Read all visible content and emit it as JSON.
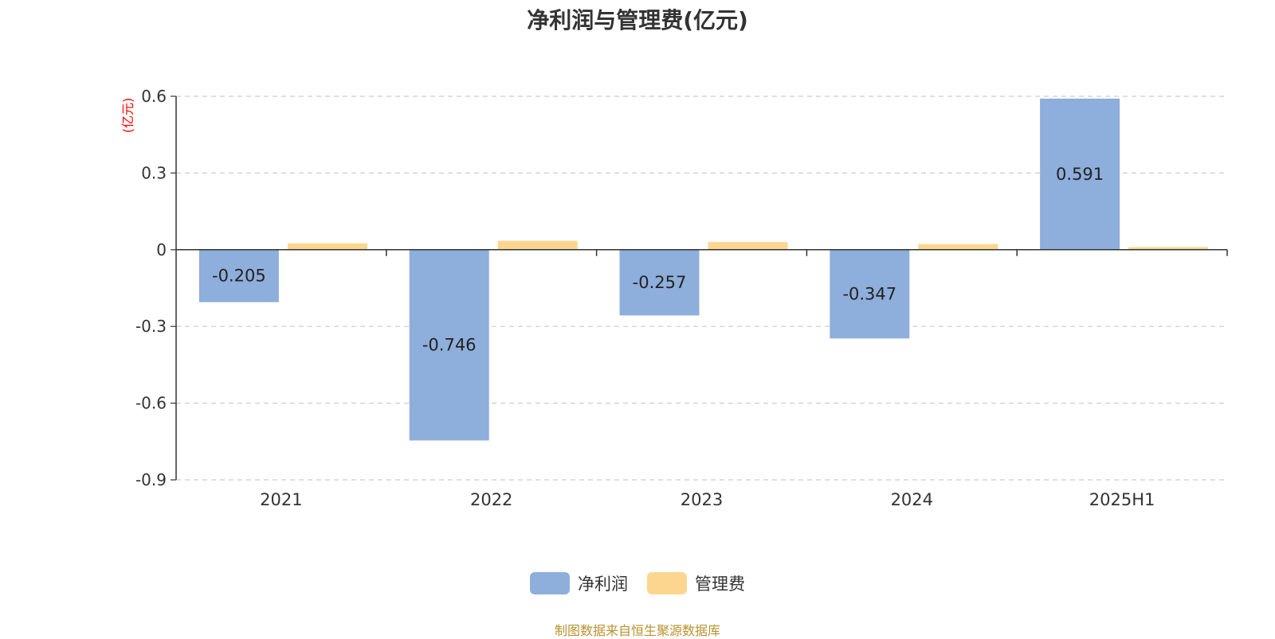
{
  "chart_data": {
    "type": "bar",
    "title": "净利润与管理费(亿元)",
    "ylabel": "(亿元)",
    "xlabel": "",
    "categories": [
      "2021",
      "2022",
      "2023",
      "2024",
      "2025H1"
    ],
    "series": [
      {
        "name": "净利润",
        "values": [
          -0.205,
          -0.746,
          -0.257,
          -0.347,
          0.591
        ],
        "labels": [
          "-0.205",
          "-0.746",
          "-0.257",
          "-0.347",
          "0.591"
        ]
      },
      {
        "name": "管理费",
        "values": [
          0.025,
          0.035,
          0.03,
          0.022,
          0.01
        ]
      }
    ],
    "ylim": [
      -0.9,
      0.6
    ],
    "yticks": [
      0.6,
      0.3,
      0,
      -0.3,
      -0.6,
      -0.9
    ],
    "ytick_labels": [
      "0.6",
      "0.3",
      "0",
      "-0.3",
      "-0.6",
      "-0.9"
    ],
    "grid": true,
    "legend_position": "bottom-center"
  },
  "colors": {
    "net_profit": "#8eaedb",
    "admin_fee": "#fcd68f",
    "grid": "#cccccc",
    "axis": "#333333",
    "ylabel": "#ff0000",
    "source": "#b8922f"
  },
  "source_note": "制图数据来自恒生聚源数据库"
}
